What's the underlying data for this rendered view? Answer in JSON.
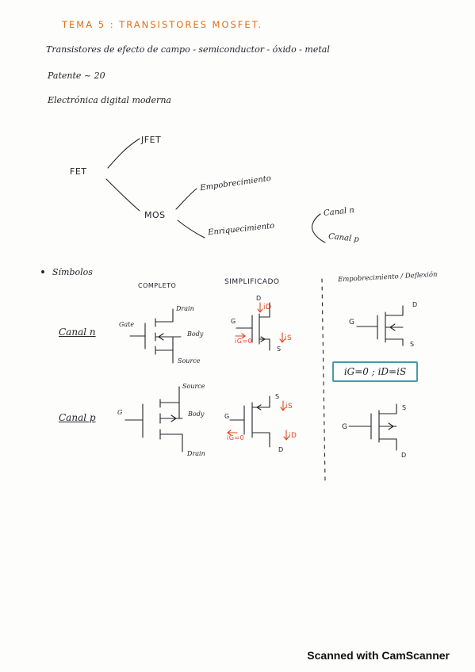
{
  "page": {
    "title": "TEMA 5 : TRANSISTORES MOSFET.",
    "line1": "Transistores de efecto de campo - semiconductor - óxido - metal",
    "line2": "Patente ~ 20",
    "line3": "Electrónica digital moderna"
  },
  "tree": {
    "root": "FET",
    "jfet": "JFET",
    "mos": "MOS",
    "empobrecimiento": "Empobrecimiento",
    "enriquecimiento": "Enriquecimiento",
    "canal_n": "Canal n",
    "canal_p": "Canal p"
  },
  "symbols": {
    "heading": "Símbolos",
    "col_completo": "COMPLETO",
    "col_simplificado": "SIMPLIFICADO",
    "col_empobrecimiento": "Empobrecimiento / Deflexión",
    "row_n": "Canal n",
    "row_p": "Canal p",
    "lbl_gate": "Gate",
    "lbl_drain": "Drain",
    "lbl_body": "Body",
    "lbl_source": "Source",
    "lbl_g": "G",
    "lbl_d": "D",
    "lbl_s": "S",
    "i_d": "iD",
    "i_s": "iS",
    "i_g": "iG=0",
    "equation": "iG=0 ; iD=iS"
  },
  "footer": "Scanned with CamScanner",
  "colors": {
    "ink": "#23232b",
    "orange": "#e0701e",
    "red": "#e0451e",
    "teal": "#4a9aa8"
  }
}
